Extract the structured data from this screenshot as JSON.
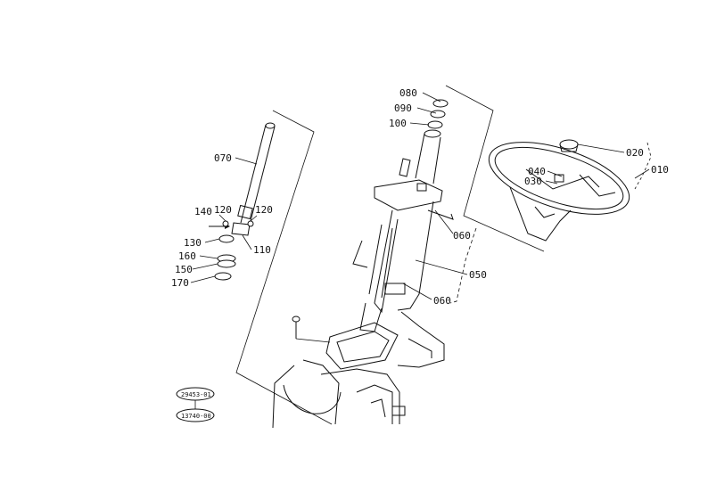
{
  "parts": [
    {
      "id": "010",
      "label": "010"
    },
    {
      "id": "020",
      "label": "020"
    },
    {
      "id": "030",
      "label": "030"
    },
    {
      "id": "040",
      "label": "040"
    },
    {
      "id": "050",
      "label": "050"
    },
    {
      "id": "060a",
      "label": "060"
    },
    {
      "id": "060b",
      "label": "060"
    },
    {
      "id": "070",
      "label": "070"
    },
    {
      "id": "080",
      "label": "080"
    },
    {
      "id": "090",
      "label": "090"
    },
    {
      "id": "100",
      "label": "100"
    },
    {
      "id": "110",
      "label": "110"
    },
    {
      "id": "120a",
      "label": "120"
    },
    {
      "id": "120b",
      "label": "120"
    },
    {
      "id": "130",
      "label": "130"
    },
    {
      "id": "140",
      "label": "140"
    },
    {
      "id": "150",
      "label": "150"
    },
    {
      "id": "160",
      "label": "160"
    },
    {
      "id": "170",
      "label": "170"
    }
  ],
  "references": [
    {
      "id": "ref1",
      "label": "29453-01"
    },
    {
      "id": "ref2",
      "label": "13740-00"
    }
  ]
}
